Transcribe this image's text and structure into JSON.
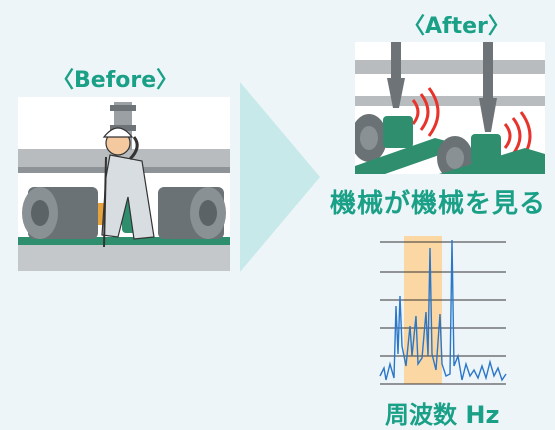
{
  "labels": {
    "before": "〈Before〉",
    "after": "〈After〉",
    "caption": "機械が機械を見る",
    "axis": "周波数 Hz"
  },
  "colors": {
    "accent": "#1aa087",
    "background": "#edf5f8",
    "arrow": "#c7e9e9",
    "spectrum_line": "#2b77c9",
    "highlight_band": "#fbd7a4",
    "vibration_wave": "#e8332b",
    "machine_base": "#2f8e6e"
  },
  "icons": {
    "worker": "worker-listening-icon",
    "sensor": "vibration-sensor-icon",
    "arrow": "chevron-right-icon"
  }
}
